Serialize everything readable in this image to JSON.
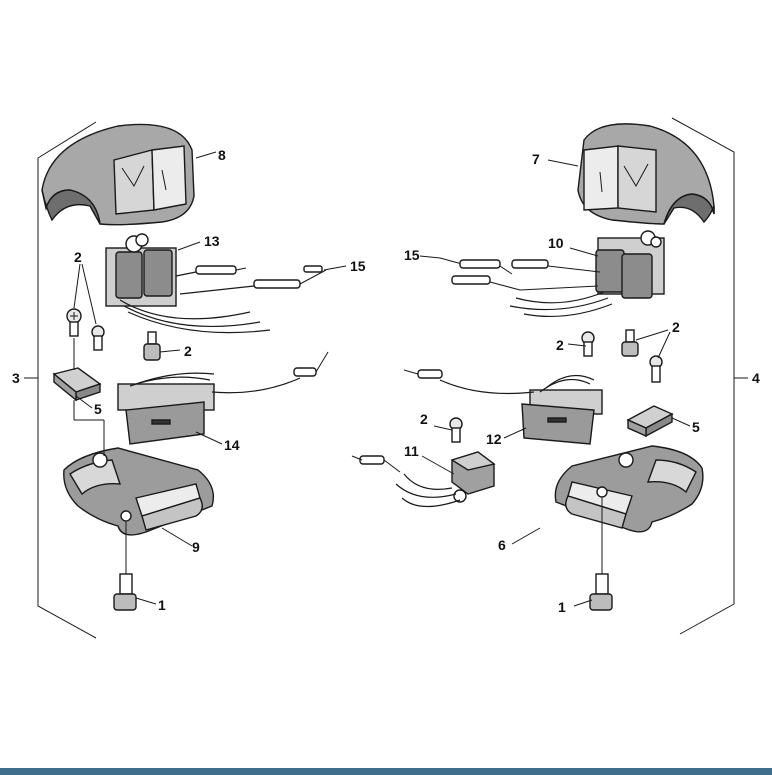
{
  "diagram": {
    "callouts": {
      "c1_left": "1",
      "c1_right": "1",
      "c2_a": "2",
      "c2_b": "2",
      "c2_c": "2",
      "c2_d": "2",
      "c2_e": "2",
      "c3": "3",
      "c4": "4",
      "c5_left": "5",
      "c5_right": "5",
      "c6": "6",
      "c7": "7",
      "c8": "8",
      "c9": "9",
      "c10": "10",
      "c11": "11",
      "c12": "12",
      "c13": "13",
      "c14": "14",
      "c15_left": "15",
      "c15_right": "15"
    }
  },
  "colors": {
    "line": "#1a1a1a",
    "housing_fill": "#9a9a9a",
    "housing_dark": "#4a4a4a",
    "housing_light": "#d4d4d4",
    "bottom_bar": "#3f6e8c"
  }
}
